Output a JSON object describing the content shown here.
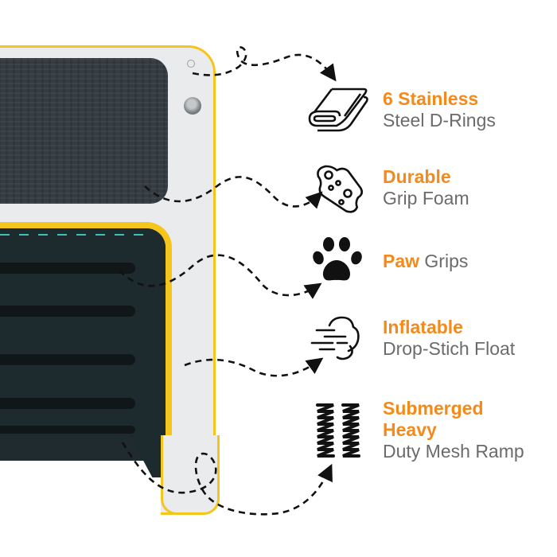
{
  "theme": {
    "highlight_color": "#f48a1b",
    "body_text_color": "#6b6b6b",
    "board_trim_color": "#f4c51c",
    "board_surface_color": "#e9ebed",
    "pad_color": "#353d43",
    "ramp_color": "#1d2a2e",
    "stitch_color": "#3fc2b6"
  },
  "product_image": {
    "description": "Inflatable dog ramp board close-up with grip pad, D-rings and mesh ramp"
  },
  "features": [
    {
      "icon": "rolled-mat-icon",
      "highlight": "6 Stainless",
      "line2": "Steel D-Rings"
    },
    {
      "icon": "grip-foam-icon",
      "highlight": "Durable",
      "line2": "Grip Foam"
    },
    {
      "icon": "paw-icon",
      "highlight": "Paw",
      "inline_rest": " Grips"
    },
    {
      "icon": "wind-air-icon",
      "highlight": "Inflatable",
      "line2": "Drop-Stich Float"
    },
    {
      "icon": "spring-coils-icon",
      "highlight": "Submerged",
      "highlight_line2": "Heavy",
      "line3": "Duty Mesh Ramp"
    }
  ]
}
